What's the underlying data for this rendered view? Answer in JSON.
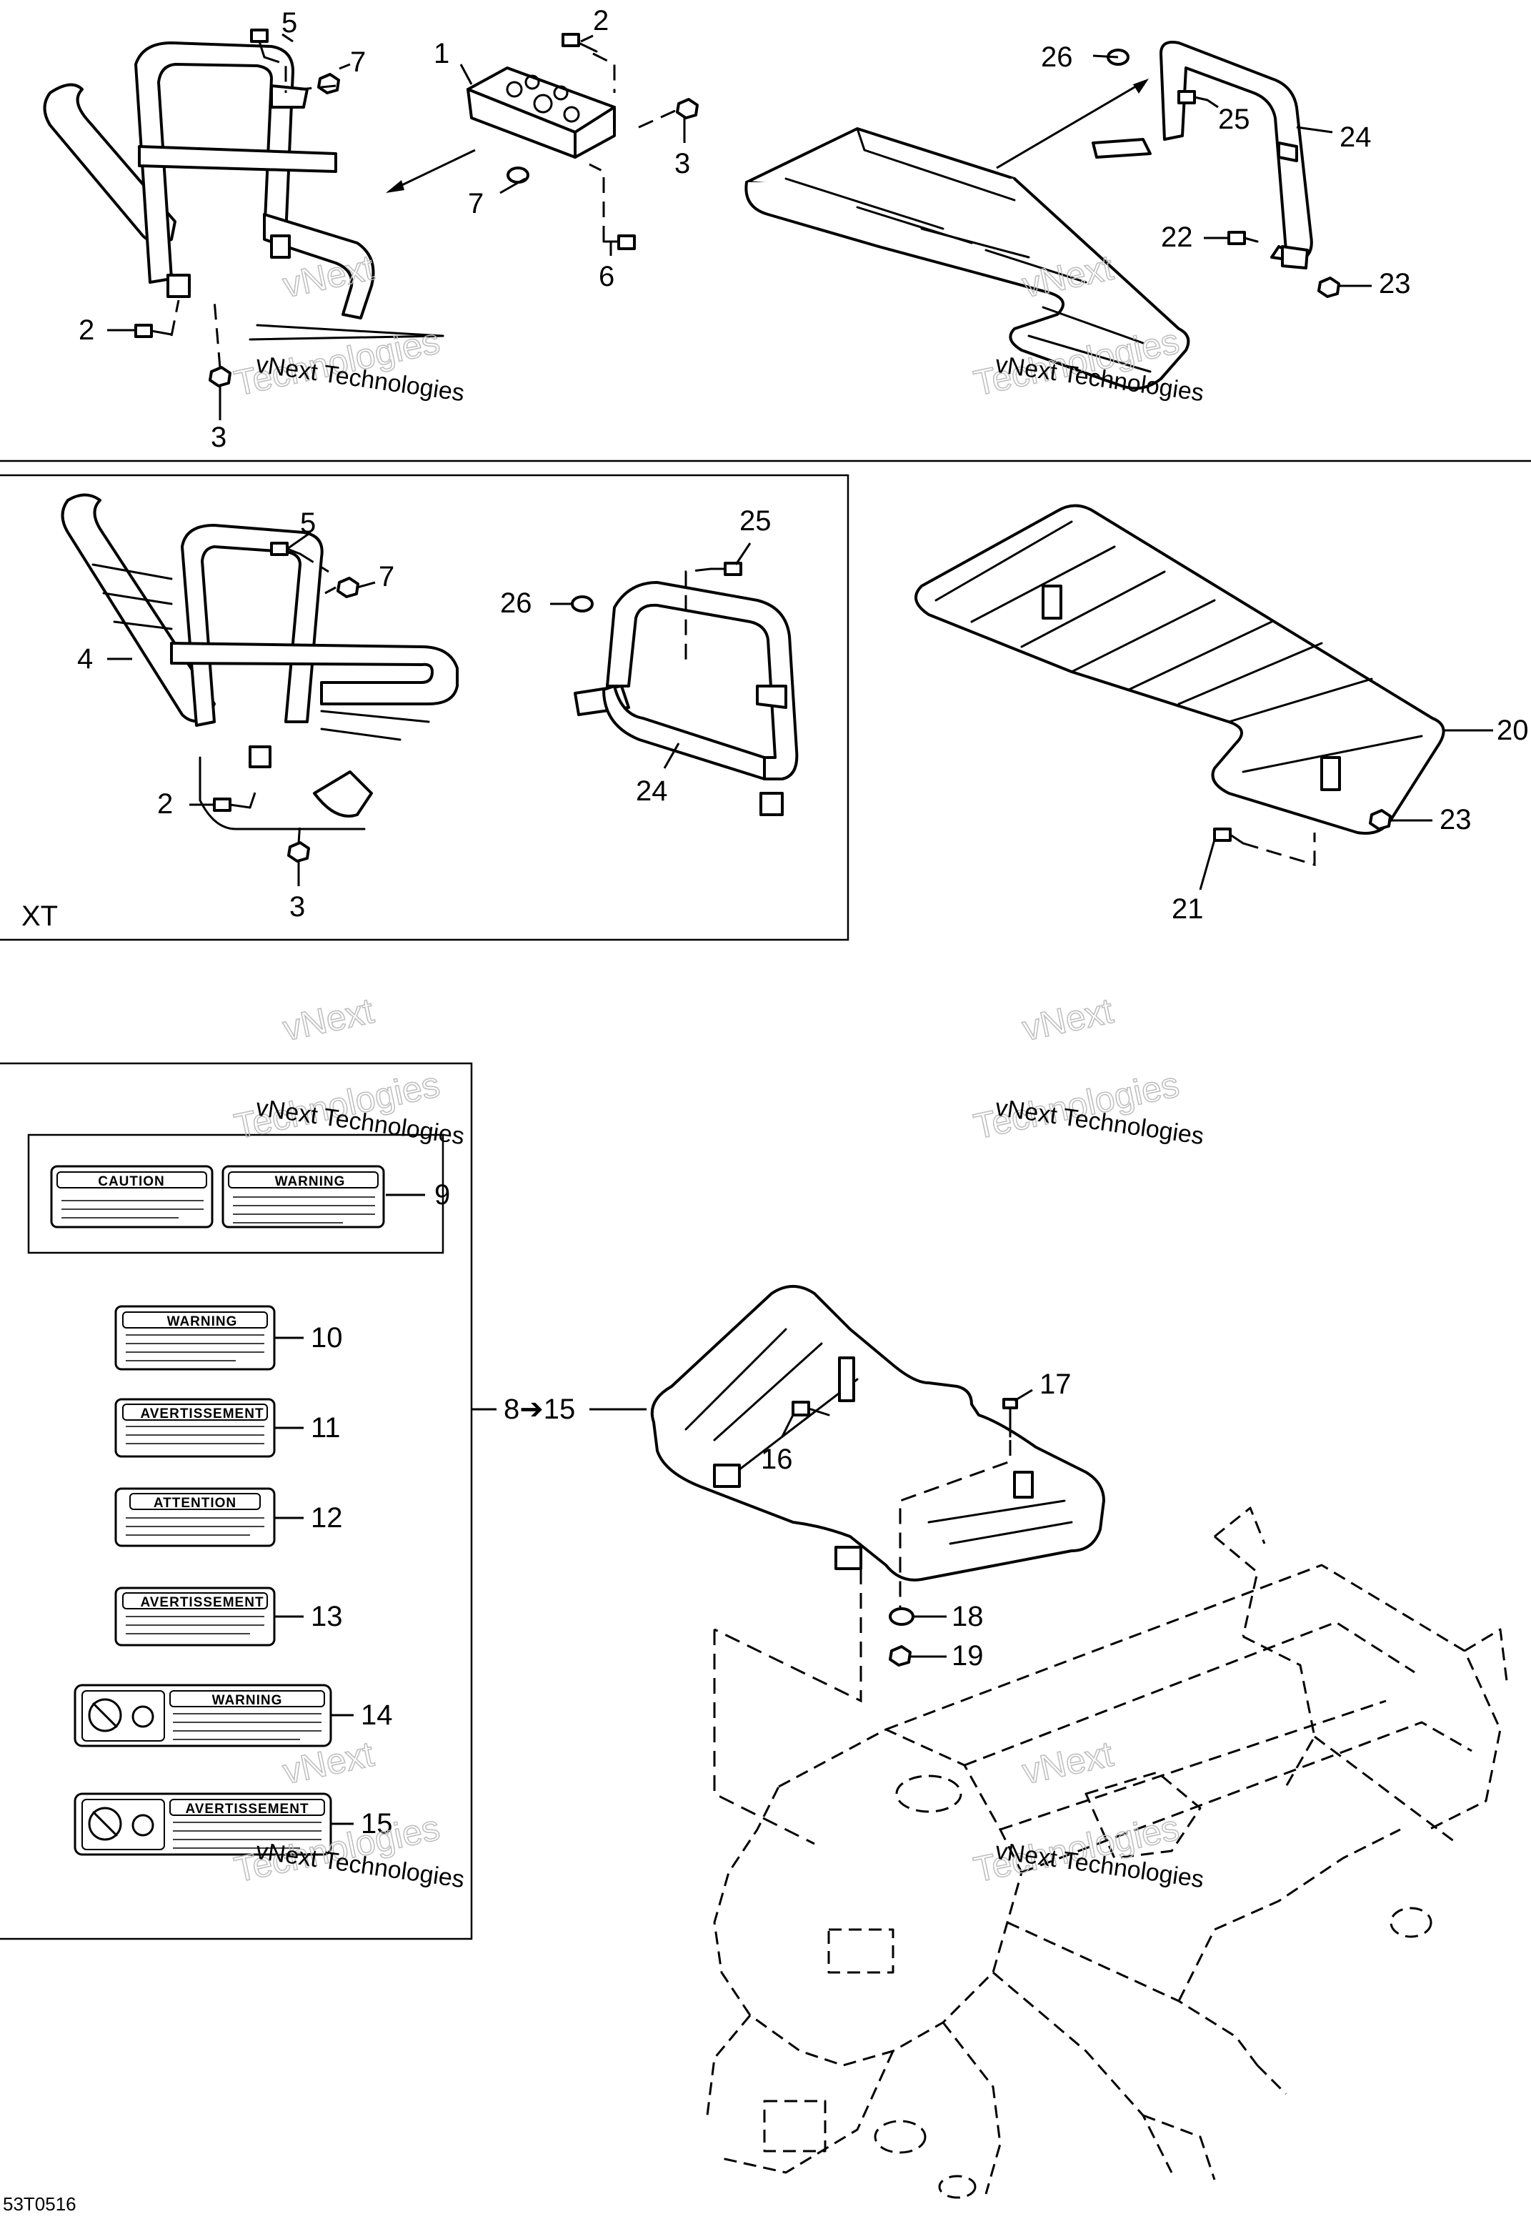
{
  "diagram_code": "53T0516",
  "variant_label": "XT",
  "callouts": {
    "c1": "1",
    "c2": "2",
    "c3": "3",
    "c4": "4",
    "c5": "5",
    "c6": "6",
    "c7": "7",
    "c9": "9",
    "c10": "10",
    "c11": "11",
    "c12": "12",
    "c13": "13",
    "c14": "14",
    "c15b": "15",
    "c16": "16",
    "c17": "17",
    "c18": "18",
    "c19": "19",
    "c20": "20",
    "c21": "21",
    "c22": "22",
    "c23": "23",
    "c24": "24",
    "c25": "25",
    "c26": "26"
  },
  "range_callout": "8➔15",
  "decal_titles": {
    "caution": "CAUTION",
    "warning": "WARNING",
    "avertissement": "AVERTISSEMENT",
    "attention": "ATTENTION"
  },
  "watermark": {
    "company": "vNext Technologies",
    "line_a": "vNext",
    "line_b": "Technologies"
  }
}
